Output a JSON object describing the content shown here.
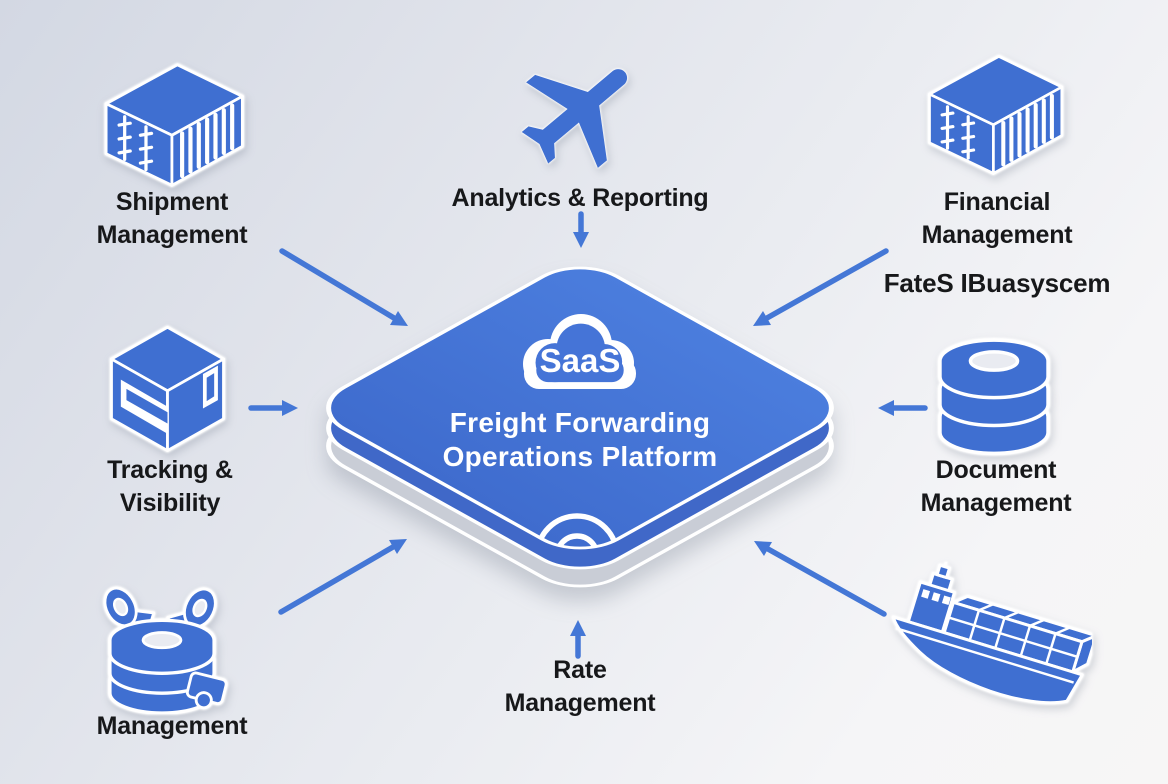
{
  "diagram_title": "Freight Forwarding Operations Platform",
  "center": {
    "badge": "SaaS",
    "title_line1": "Freight Forwarding",
    "title_line2": "Operations Platform"
  },
  "nodes": {
    "shipment": {
      "label": "Shipment\nManagement",
      "icon": "shipping-container-icon"
    },
    "analytics": {
      "label": "Analytics & Reporting",
      "icon": "airplane-icon"
    },
    "financial": {
      "label": "Financial\nManagement",
      "sublabel": "FateS IBuasyscem",
      "icon": "shipping-container-icon"
    },
    "tracking": {
      "label": "Tracking &\nVisibility",
      "icon": "cargo-box-icon"
    },
    "document": {
      "label": "Document\nManagement",
      "icon": "document-stack-icon"
    },
    "management": {
      "label": "Management",
      "icon": "gramophone-discs-icon"
    },
    "rate": {
      "label": "Rate\nManagement",
      "icon": "none"
    },
    "ship": {
      "label": "",
      "icon": "container-ship-icon"
    }
  },
  "arrows": [
    {
      "from": "shipment",
      "to": "platform",
      "direction": "down-right"
    },
    {
      "from": "analytics",
      "to": "platform",
      "direction": "down"
    },
    {
      "from": "financial",
      "to": "platform",
      "direction": "down-left"
    },
    {
      "from": "tracking",
      "to": "platform",
      "direction": "right"
    },
    {
      "from": "document",
      "to": "platform",
      "direction": "left"
    },
    {
      "from": "management",
      "to": "platform",
      "direction": "up-right"
    },
    {
      "from": "rate",
      "to": "platform",
      "direction": "up"
    },
    {
      "from": "ship",
      "to": "platform",
      "direction": "up-left"
    }
  ],
  "colors": {
    "icon_blue": "#3f6fd1",
    "arrow_blue": "#4477d6",
    "platform_top": "#4573d5",
    "platform_side": "#4068c8",
    "platform_base": "#c9cdd6",
    "text_dark": "#17181a",
    "text_white": "#ffffff"
  }
}
